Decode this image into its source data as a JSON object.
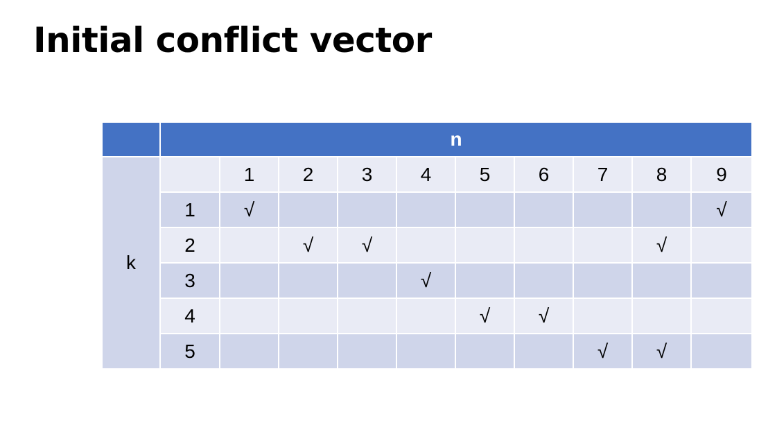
{
  "title": "Initial conflict vector",
  "table": {
    "column_group_label": "n",
    "row_group_label": "k",
    "column_headers": [
      "1",
      "2",
      "3",
      "4",
      "5",
      "6",
      "7",
      "8",
      "9"
    ],
    "rows": [
      {
        "k": "1",
        "cells": [
          "√",
          "",
          "",
          "",
          "",
          "",
          "",
          "",
          "√"
        ]
      },
      {
        "k": "2",
        "cells": [
          "",
          "√",
          "√",
          "",
          "",
          "",
          "",
          "√",
          ""
        ]
      },
      {
        "k": "3",
        "cells": [
          "",
          "",
          "",
          "√",
          "",
          "",
          "",
          "",
          ""
        ]
      },
      {
        "k": "4",
        "cells": [
          "",
          "",
          "",
          "",
          "√",
          "√",
          "",
          "",
          ""
        ]
      },
      {
        "k": "5",
        "cells": [
          "",
          "",
          "",
          "",
          "",
          "",
          "√",
          "√",
          ""
        ]
      }
    ]
  },
  "colors": {
    "header_blue": "#4472c4",
    "row_dark": "#cfd5ea",
    "row_light": "#e9ebf5"
  }
}
